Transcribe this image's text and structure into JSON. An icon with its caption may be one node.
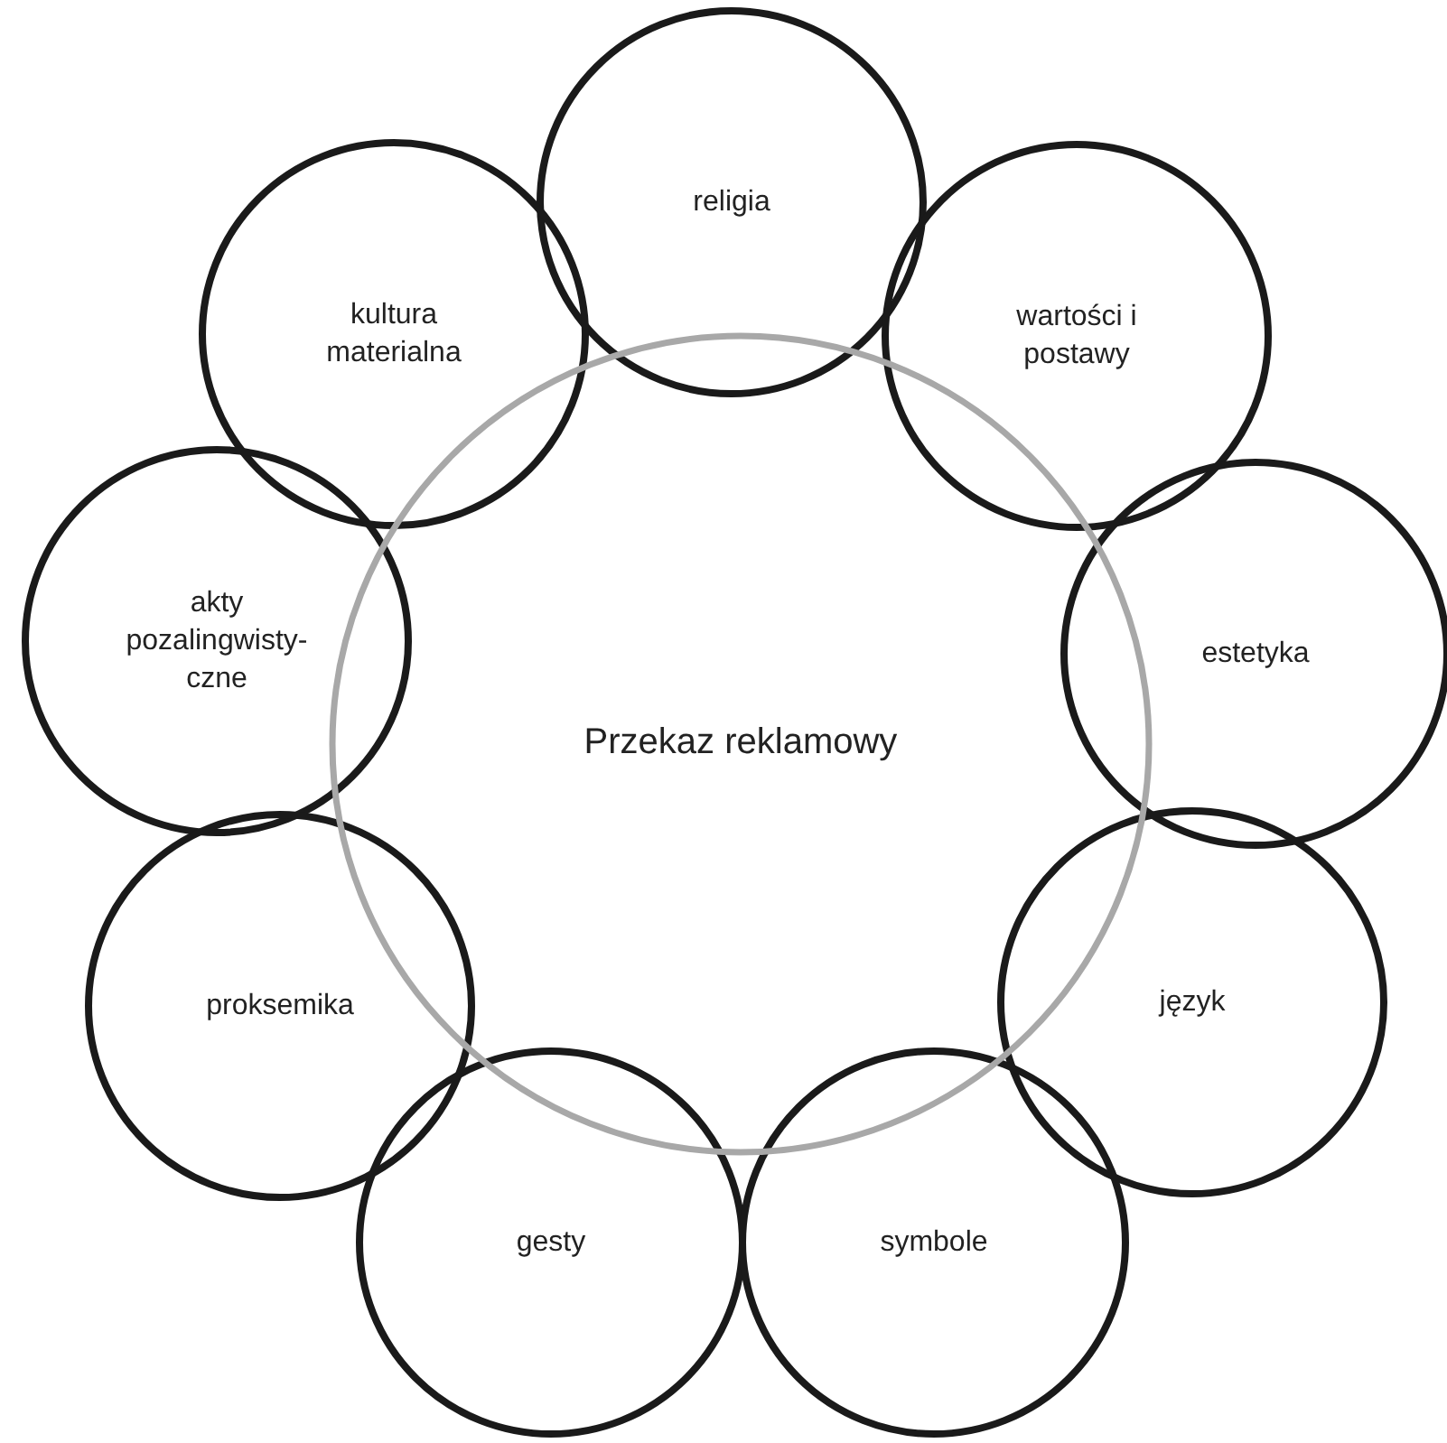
{
  "diagram": {
    "nodes": [
      {
        "text": [
          "religia"
        ]
      },
      {
        "text": [
          "kultura materialna"
        ]
      },
      {
        "text": [
          "wartości i postawy"
        ]
      },
      {
        "text": [
          "akty pozalingwisty- czne"
        ]
      },
      {
        "text": [
          "estetyka"
        ]
      },
      {
        "text": [
          "Przekaz reklamowy"
        ]
      },
      {
        "text": [
          "proksemika"
        ]
      },
      {
        "text": [
          "język"
        ]
      },
      {
        "text": [
          "gesty"
        ]
      },
      {
        "text": [
          "symbole"
        ]
      }
    ],
    "edges": []
  }
}
